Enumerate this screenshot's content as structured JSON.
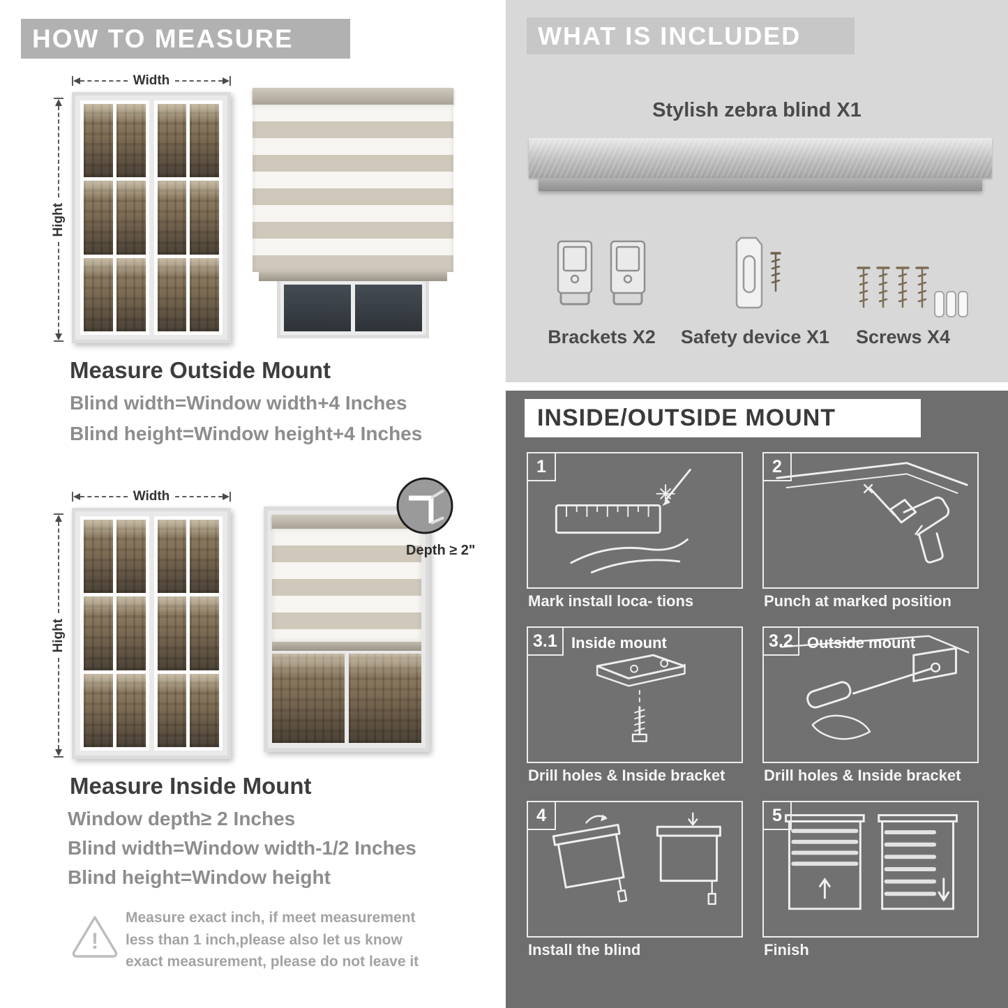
{
  "measure": {
    "header": "HOW TO MEASURE",
    "width_label": "Width",
    "height_label": "Hight",
    "depth_note": "Depth ≥ 2\"",
    "outside": {
      "title": "Measure Outside Mount",
      "lines": [
        "Blind width=Window width+4 Inches",
        "Blind height=Window height+4 Inches"
      ]
    },
    "inside": {
      "title": "Measure Inside Mount",
      "lines": [
        "Window depth≥ 2 Inches",
        "Blind width=Window width-1/2 Inches",
        "Blind height=Window height"
      ]
    },
    "warning": {
      "mark": "!",
      "text": "Measure exact inch, if meet measurement less than 1 inch,please also let us know exact measurement, please do not leave it"
    }
  },
  "included": {
    "header": "WHAT IS INCLUDED",
    "product": "Stylish zebra blind X1",
    "items": [
      {
        "label": "Brackets X2"
      },
      {
        "label": "Safety device X1"
      },
      {
        "label": "Screws X4"
      }
    ]
  },
  "mount": {
    "header": "INSIDE/OUTSIDE MOUNT",
    "panels": [
      {
        "number": "1",
        "caption": "Mark install loca- tions"
      },
      {
        "number": "2",
        "caption": "Punch at  marked position"
      },
      {
        "number": "3.1",
        "label": "Inside mount",
        "caption": "Drill holes &  Inside bracket"
      },
      {
        "number": "3.2",
        "label": "Outside mount",
        "caption": "Drill holes &  Inside bracket"
      },
      {
        "number": "4",
        "caption": "Install the blind"
      },
      {
        "number": "5",
        "caption": "Finish"
      }
    ]
  },
  "colors": {
    "left_banner_gray": "#b1b1b1",
    "included_section_gray": "#d8d8d8",
    "included_band_gray": "#c7c7c7",
    "mount_section_gray": "#6e6e6e",
    "heading_dark": "#3d3d3d",
    "body_gray": "#8d8d8d"
  }
}
